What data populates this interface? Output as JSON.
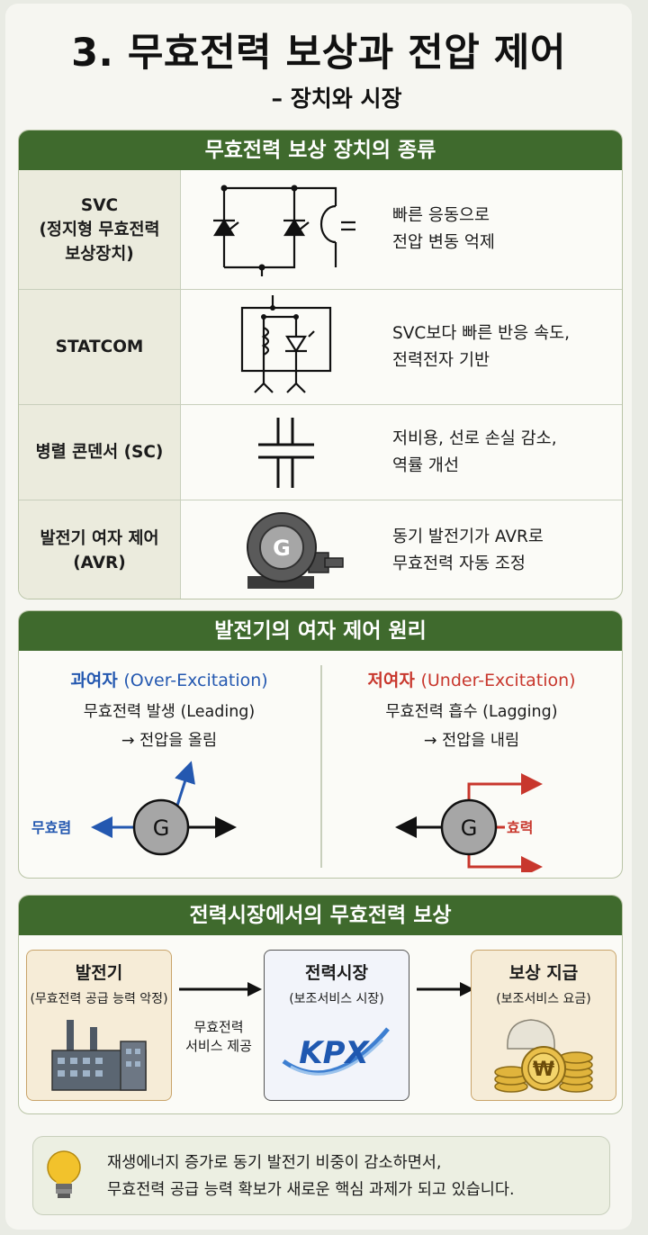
{
  "title": "3. 무효전력 보상과 전압 제어",
  "subtitle": "– 장치와 시장",
  "devices": {
    "header": "무효전력 보상 장치의 종류",
    "rows": [
      {
        "name": "SVC\n(정지형 무효전력\n보상장치)",
        "desc": "빠른 응동으로\n전압 변동 억제",
        "symbol": "svc-symbol-icon"
      },
      {
        "name": "STATCOM",
        "desc": "SVC보다 빠른 반응 속도,\n전력전자 기반",
        "symbol": "statcom-symbol-icon"
      },
      {
        "name": "병렬 콘덴서 (SC)",
        "desc": "저비용, 선로 손실 감소,\n역률 개선",
        "symbol": "capacitor-symbol-icon"
      },
      {
        "name": "발전기 여자 제어\n(AVR)",
        "desc": "동기 발전기가 AVR로\n무효전력 자동 조정",
        "symbol": "generator-icon",
        "generator_letter": "G"
      }
    ]
  },
  "excitation": {
    "header": "발전기의 여자 제어 원리",
    "over": {
      "title_ko": "과여자",
      "title_en": "(Over-Excitation)",
      "line1": "무효전력 발생 (Leading)",
      "line2": "→ 전압을 올림",
      "arrow_label": "무효렴",
      "generator_letter": "G"
    },
    "under": {
      "title_ko": "저여자",
      "title_en": "(Under-Excitation)",
      "line1": "무효전력 흡수 (Lagging)",
      "line2": "→ 전압을 내림",
      "arrow_label": "효력",
      "generator_letter": "G"
    }
  },
  "market": {
    "header": "전력시장에서의 무효전력 보상",
    "generator": {
      "title": "발전기",
      "sub": "(무효전력 공급 능력 악정)",
      "icon": "factory-icon"
    },
    "arrow_label": "무효전력\n서비스 제공",
    "market_box": {
      "title": "전력시장",
      "sub": "(보조서비스 시장)",
      "logo": "KPX"
    },
    "payment": {
      "title": "보상 지급",
      "sub": "(보조서비스 요금)",
      "icon": "coins-icon",
      "currency": "₩"
    }
  },
  "note": {
    "icon": "lightbulb-icon",
    "text": "재생에너지 증가로 동기 발전기 비중이 감소하면서,\n무효전력 공급 능력 확보가 새로운 핵심 과제가 되고 있습니다."
  },
  "colors": {
    "header_green": "#3f6a2d",
    "over_blue": "#2458b0",
    "under_red": "#c8372d",
    "accent_gold": "#e0b43c"
  }
}
